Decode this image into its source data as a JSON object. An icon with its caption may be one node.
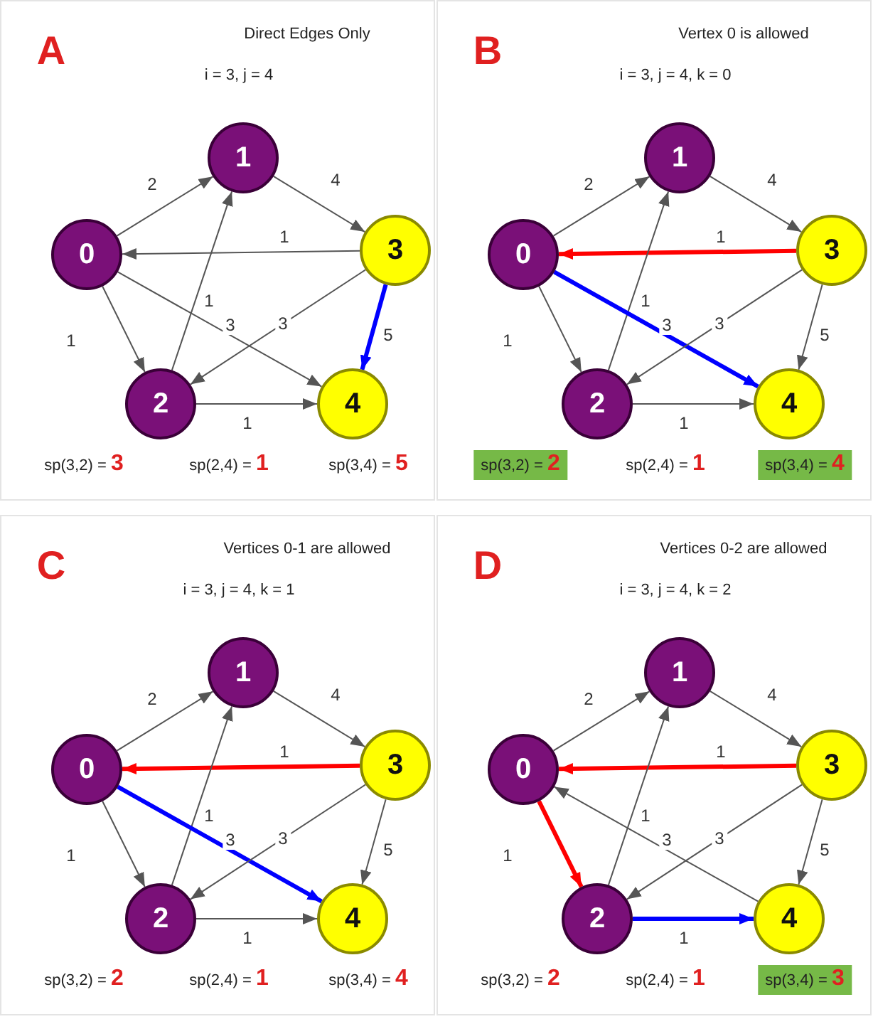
{
  "diagram": {
    "nodes": [
      {
        "text": [
          "A",
          "Direct Edges Only",
          "i = 3, j = 4"
        ]
      },
      {
        "text": [
          "0"
        ],
        "in": 0
      },
      {
        "text": [
          "1"
        ],
        "in": 0
      },
      {
        "text": [
          "2"
        ],
        "in": 0
      },
      {
        "text": [
          "3"
        ],
        "in": 0
      },
      {
        "text": [
          "4"
        ],
        "in": 0
      },
      {
        "text": [
          "B",
          "Vertex 0 is allowed",
          "i = 3, j = 4, k = 0"
        ]
      },
      {
        "text": [
          "0"
        ],
        "in": 6
      },
      {
        "text": [
          "1"
        ],
        "in": 6
      },
      {
        "text": [
          "2"
        ],
        "in": 6
      },
      {
        "text": [
          "3"
        ],
        "in": 6
      },
      {
        "text": [
          "4"
        ],
        "in": 6
      },
      {
        "text": [
          "sp(3,2) = 2"
        ],
        "in": 6
      },
      {
        "text": [
          "sp(3,4) = 4"
        ],
        "in": 6
      },
      {
        "text": [
          "C",
          "Vertices 0-1 are allowed",
          "i = 3, j = 4, k = 1"
        ]
      },
      {
        "text": [
          "0"
        ],
        "in": 14
      },
      {
        "text": [
          "1"
        ],
        "in": 14
      },
      {
        "text": [
          "2"
        ],
        "in": 14
      },
      {
        "text": [
          "3"
        ],
        "in": 14
      },
      {
        "text": [
          "4"
        ],
        "in": 14
      },
      {
        "text": [
          "D",
          "Vertices 0-2 are allowed",
          "i = 3, j = 4, k = 2"
        ]
      },
      {
        "text": [
          "0"
        ],
        "in": 20
      },
      {
        "text": [
          "1"
        ],
        "in": 20
      },
      {
        "text": [
          "2"
        ],
        "in": 20
      },
      {
        "text": [
          "3"
        ],
        "in": 20
      },
      {
        "text": [
          "4"
        ],
        "in": 20
      },
      {
        "text": [
          "sp(3,4) = 3"
        ],
        "in": 20
      }
    ],
    "edges": [
      {
        "from": 1,
        "to": 2,
        "arrow": "to",
        "label": "2"
      },
      {
        "from": 2,
        "to": 4,
        "arrow": "to",
        "label": "4"
      },
      {
        "from": 4,
        "to": 1,
        "arrow": "to",
        "label": "1"
      },
      {
        "from": 1,
        "to": 3,
        "arrow": "to",
        "label": "1"
      },
      {
        "from": 3,
        "to": 2,
        "arrow": "to",
        "label": "1"
      },
      {
        "from": 1,
        "to": 5,
        "arrow": "to",
        "label": "3"
      },
      {
        "from": 4,
        "to": 3,
        "arrow": "to",
        "label": "3"
      },
      {
        "from": 4,
        "to": 5,
        "arrow": "to",
        "label": "5",
        "style": "thick",
        "color": "#0000ff"
      },
      {
        "from": 3,
        "to": 5,
        "arrow": "to",
        "label": "1"
      },
      {
        "from": 7,
        "to": 8,
        "arrow": "to",
        "label": "2"
      },
      {
        "from": 8,
        "to": 10,
        "arrow": "to",
        "label": "4"
      },
      {
        "from": 10,
        "to": 7,
        "arrow": "to",
        "label": "1",
        "style": "thick",
        "color": "#ff0000"
      },
      {
        "from": 7,
        "to": 9,
        "arrow": "to",
        "label": "1"
      },
      {
        "from": 9,
        "to": 8,
        "arrow": "to",
        "label": "1"
      },
      {
        "from": 7,
        "to": 11,
        "arrow": "to",
        "label": "3",
        "style": "thick",
        "color": "#0000ff"
      },
      {
        "from": 10,
        "to": 9,
        "arrow": "to",
        "label": "3"
      },
      {
        "from": 10,
        "to": 11,
        "arrow": "to",
        "label": "5"
      },
      {
        "from": 9,
        "to": 11,
        "arrow": "to",
        "label": "1"
      },
      {
        "from": 15,
        "to": 16,
        "arrow": "to",
        "label": "2"
      },
      {
        "from": 16,
        "to": 18,
        "arrow": "to",
        "label": "4"
      },
      {
        "from": 18,
        "to": 15,
        "arrow": "to",
        "label": "1",
        "style": "thick",
        "color": "#ff0000"
      },
      {
        "from": 15,
        "to": 17,
        "arrow": "to",
        "label": "1"
      },
      {
        "from": 17,
        "to": 16,
        "arrow": "to",
        "label": "1"
      },
      {
        "from": 15,
        "to": 19,
        "arrow": "to",
        "label": "3",
        "style": "thick",
        "color": "#0000ff"
      },
      {
        "from": 18,
        "to": 17,
        "arrow": "to",
        "label": "3"
      },
      {
        "from": 18,
        "to": 19,
        "arrow": "to",
        "label": "5"
      },
      {
        "from": 17,
        "to": 19,
        "arrow": "to",
        "label": "1"
      },
      {
        "from": 21,
        "to": 22,
        "arrow": "to",
        "label": "2"
      },
      {
        "from": 22,
        "to": 24,
        "arrow": "to",
        "label": "4"
      },
      {
        "from": 24,
        "to": 21,
        "arrow": "to",
        "label": "1",
        "style": "thick",
        "color": "#ff0000"
      },
      {
        "from": 21,
        "to": 23,
        "arrow": "to",
        "label": "1",
        "style": "thick",
        "color": "#ff0000"
      },
      {
        "from": 23,
        "to": 22,
        "arrow": "to",
        "label": "1"
      },
      {
        "from": 25,
        "to": 21,
        "arrow": "to",
        "label": "3"
      },
      {
        "from": 24,
        "to": 23,
        "arrow": "to",
        "label": "3"
      },
      {
        "from": 24,
        "to": 25,
        "arrow": "to",
        "label": "5"
      },
      {
        "from": 23,
        "to": 25,
        "arrow": "to",
        "label": "1",
        "style": "thick",
        "color": "#0000ff"
      }
    ],
    "labels": [
      "sp(3,2) = 3",
      "sp(2,4) = 1",
      "sp(3,4) = 5",
      "sp(2,4) = 1",
      "sp(3,2) = 2",
      "sp(2,4) = 1",
      "sp(3,4) = 4",
      "sp(3,2) = 2",
      "sp(2,4) = 1"
    ]
  }
}
